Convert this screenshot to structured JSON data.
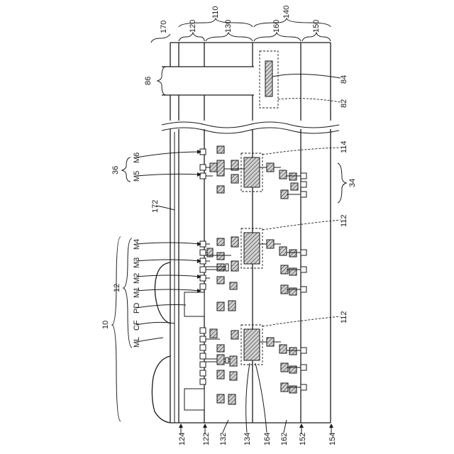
{
  "labels": {
    "top": {
      "l170": "170",
      "l120": "120",
      "l110": "110",
      "l130": "130",
      "l140": "140",
      "l160": "160",
      "l150": "150"
    },
    "bottom": {
      "l124": "124",
      "l122": "122",
      "l132": "132",
      "l134": "134",
      "l164": "164",
      "l162": "162",
      "l152": "152",
      "l154": "154"
    },
    "right": {
      "l84": "84",
      "l82": "82",
      "l114": "114",
      "l34": "34",
      "l112a": "112",
      "l112b": "112"
    },
    "left": {
      "l86": "86",
      "l36": "36",
      "m6": "M6",
      "m5": "M5",
      "l172": "172",
      "m4": "M4",
      "m3": "M3",
      "m2": "M2",
      "m1": "M1",
      "pd": "PD",
      "cf": "CF",
      "ml": "ML",
      "l12": "12",
      "l10": "10"
    }
  },
  "colors": {
    "line": "#1a1a1a",
    "hatch": "#555555",
    "background": "#ffffff"
  }
}
